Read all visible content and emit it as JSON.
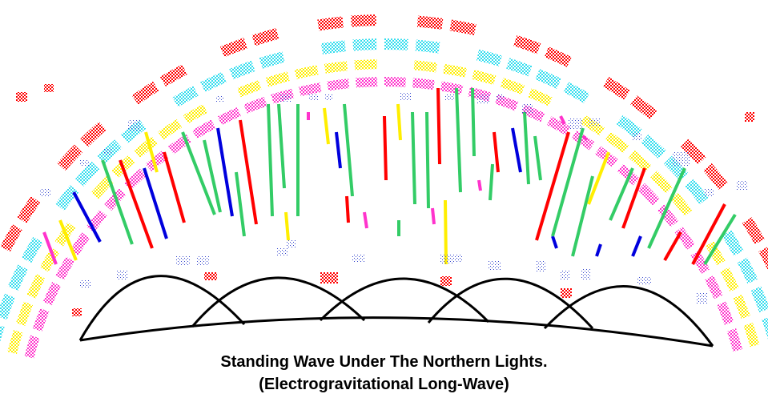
{
  "title": "Standing Wave Under The Northern Lights.",
  "subtitle": "(Electrogravitational Long-Wave)",
  "colors": {
    "red": "#ff0000",
    "green": "#33cc66",
    "blue": "#0000dd",
    "yellow": "#ffee00",
    "magenta": "#ff33cc",
    "cyan": "#33ddee",
    "wave": "#000000",
    "dots": "#3344cc"
  },
  "elements": {
    "aurora_bands": [
      "red",
      "cyan",
      "yellow",
      "magenta"
    ],
    "light_streaks": "vertical-colored-rays",
    "standing_wave_arches": 5
  }
}
